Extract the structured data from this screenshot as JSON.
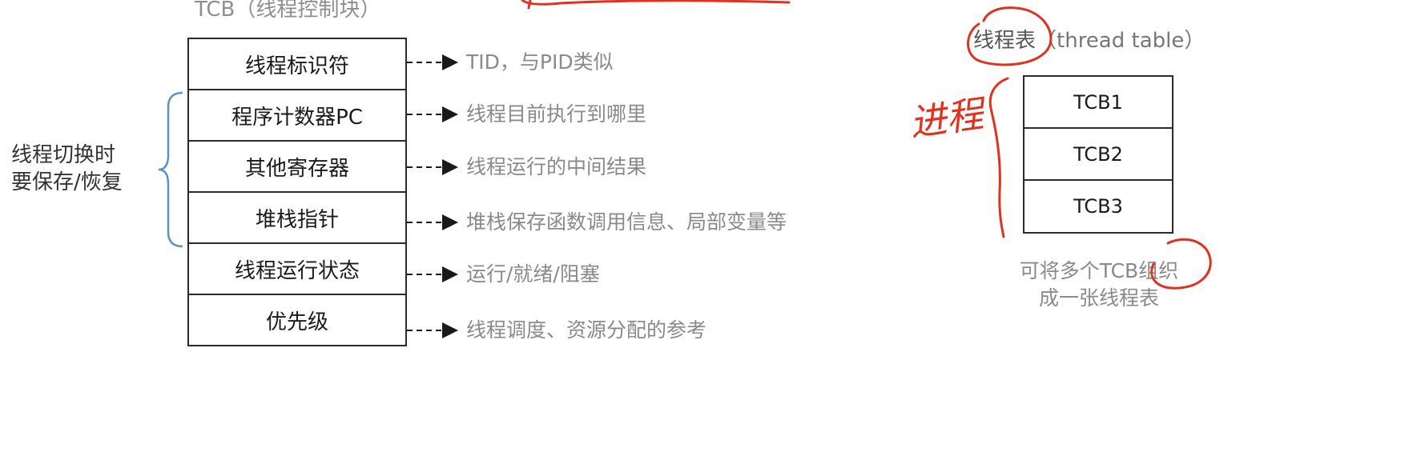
{
  "tcb": {
    "title": "TCB（线程控制块）",
    "rows": [
      {
        "label": "线程标识符",
        "desc": "TID，与PID类似"
      },
      {
        "label": "程序计数器PC",
        "desc": "线程目前执行到哪里"
      },
      {
        "label": "其他寄存器",
        "desc": "线程运行的中间结果"
      },
      {
        "label": "堆栈指针",
        "desc": "堆栈保存函数调用信息、局部变量等"
      },
      {
        "label": "线程运行状态",
        "desc": "运行/就绪/阻塞"
      },
      {
        "label": "优先级",
        "desc": "线程调度、资源分配的参考"
      }
    ]
  },
  "brace_label": {
    "line1": "线程切换时",
    "line2": "要保存/恢复"
  },
  "thread_table": {
    "title_cn": "线程表",
    "title_en": "（thread table）",
    "rows": [
      "TCB1",
      "TCB2",
      "TCB3"
    ],
    "note_line1": "可将多个TCB组织",
    "note_line2": "成一张线程表"
  },
  "annotations": {
    "handwritten": "进程",
    "ink_color": "#e0321e"
  },
  "colors": {
    "brace": "#5b93c7",
    "border": "#2b2b2b",
    "desc_text": "#8a8a8a"
  }
}
